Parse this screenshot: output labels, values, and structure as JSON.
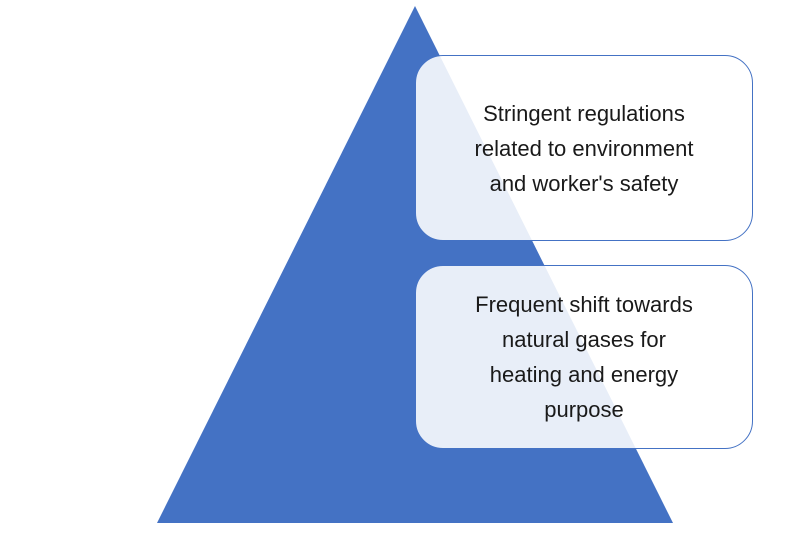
{
  "diagram": {
    "shape": "pyramid-triangle",
    "colors": {
      "pyramid_fill": "#4472c4",
      "callout_border": "#4472c4",
      "callout_fill": "#ffffff",
      "text": "#1a1a1a"
    },
    "callouts": [
      {
        "text": "Stringent regulations\nrelated to environment\nand worker's safety"
      },
      {
        "text": "Frequent  shift towards\nnatural gases for\nheating and energy\npurpose"
      }
    ]
  }
}
